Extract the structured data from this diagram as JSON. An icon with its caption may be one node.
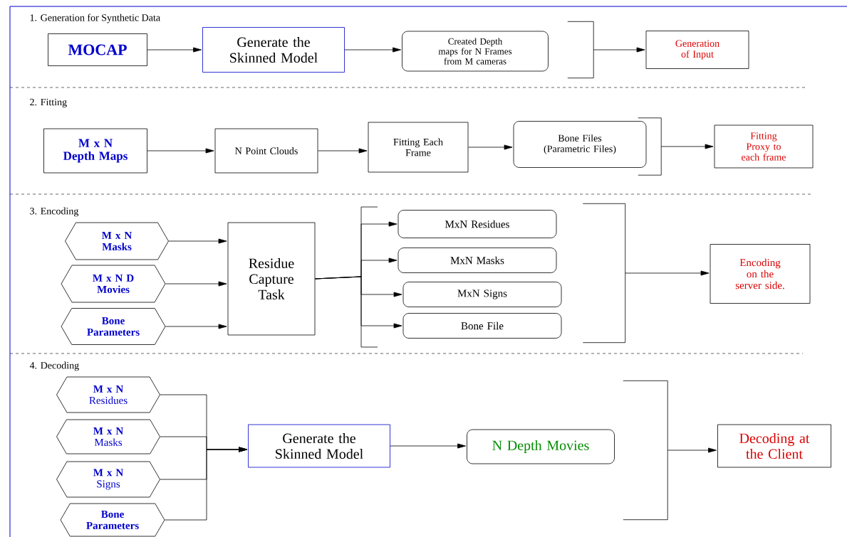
{
  "diagram": {
    "nodes": [
      {
        "text": [
          "MOCAP"
        ]
      },
      {
        "text": [
          "Generate the Skinned Model"
        ]
      },
      {
        "text": [
          "Created Depth maps for N Frames from M cameras"
        ]
      },
      {
        "text": [],
        "shape": "bracket"
      },
      {
        "text": [
          "Generation of Input"
        ]
      },
      {
        "text": [
          "M x N Depth Maps"
        ]
      },
      {
        "text": [
          "N Point Clouds"
        ]
      },
      {
        "text": [
          "Fitting Each Frame"
        ]
      },
      {
        "text": [
          "Bone Files (Parametric Files)"
        ]
      },
      {
        "text": [],
        "shape": "bracket"
      },
      {
        "text": [
          "Fitting Proxy to each frame"
        ]
      },
      {
        "text": [
          "M x N Masks"
        ]
      },
      {
        "text": [
          "M x N D Movies"
        ]
      },
      {
        "text": [
          "Bone Parameters"
        ]
      },
      {
        "text": [
          "Residue Capture Task"
        ]
      },
      {
        "text": [
          "MxN Residues"
        ]
      },
      {
        "text": [
          "MxN Masks"
        ]
      },
      {
        "text": [
          "MxN Signs"
        ]
      },
      {
        "text": [
          "Bone File"
        ]
      },
      {
        "text": [],
        "shape": "bracket"
      },
      {
        "text": [
          "Encoding on the server side."
        ]
      },
      {
        "text": [
          "**M x N** Residues"
        ]
      },
      {
        "text": [
          "**M x N** Masks"
        ]
      },
      {
        "text": [
          "**M x N** Signs"
        ]
      },
      {
        "text": [
          "Bone Parameters"
        ]
      },
      {
        "text": [
          "Generate the Skinned Model"
        ]
      },
      {
        "text": [
          "N Depth Movies"
        ]
      },
      {
        "text": [],
        "shape": "bracket"
      },
      {
        "text": [
          "Decoding at the Client"
        ]
      }
    ],
    "edges": [
      {
        "from": 0,
        "to": 1,
        "arrow": "to"
      },
      {
        "from": 1,
        "to": 2,
        "arrow": "to"
      },
      {
        "from": 3,
        "to": 4,
        "arrow": "to"
      },
      {
        "from": 5,
        "to": 6,
        "arrow": "to"
      },
      {
        "from": 6,
        "to": 7,
        "arrow": "to"
      },
      {
        "from": 7,
        "to": 8,
        "arrow": "to"
      },
      {
        "from": 9,
        "to": 10,
        "arrow": "to"
      },
      {
        "from": 11,
        "to": 14,
        "arrow": "to"
      },
      {
        "from": 12,
        "to": 14,
        "arrow": "to"
      },
      {
        "from": 13,
        "to": 14,
        "arrow": "to"
      },
      {
        "from": 14,
        "to": 15,
        "arrow": "to"
      },
      {
        "from": 14,
        "to": 16,
        "arrow": "to"
      },
      {
        "from": 14,
        "to": 17,
        "arrow": "to"
      },
      {
        "from": 14,
        "to": 18,
        "arrow": "to"
      },
      {
        "from": 19,
        "to": 20,
        "arrow": "to"
      },
      {
        "from": 21,
        "to": 25,
        "arrow": "to"
      },
      {
        "from": 22,
        "to": 25,
        "arrow": "to"
      },
      {
        "from": 23,
        "to": 25,
        "arrow": "to"
      },
      {
        "from": 24,
        "to": 25,
        "arrow": "to"
      },
      {
        "from": 25,
        "to": 26,
        "arrow": "to"
      },
      {
        "from": 27,
        "to": 28,
        "arrow": "to"
      }
    ],
    "labels": [
      "1. Generation for Synthetic Data",
      "2. Fitting",
      "3. Encoding",
      "4. Decoding"
    ]
  }
}
